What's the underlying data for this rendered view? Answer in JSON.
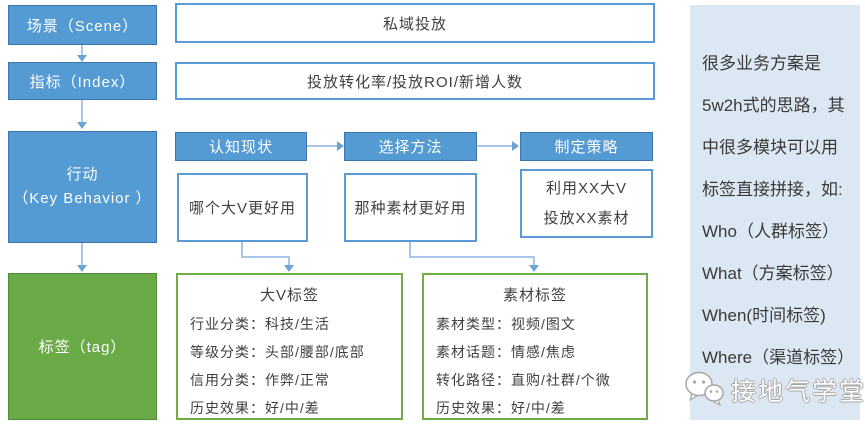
{
  "colors": {
    "accent_blue": "#549ad3",
    "accent_blue_border": "#3d74aa",
    "outline_blue": "#5b9bd5",
    "accent_green": "#6aab47",
    "outline_green": "#70ad47",
    "sidebar_bg": "#dbe8f4",
    "connector_blue": "#a9c7e8"
  },
  "left_flow": {
    "scene_label": "场景（Scene）",
    "index_label": "指标（Index）",
    "action_line1": "行动",
    "action_line2": "（Key Behavior ）",
    "tag_label": "标签（tag）"
  },
  "top_values": {
    "scene_value": "私域投放",
    "index_value": "投放转化率/投放ROI/新增人数"
  },
  "steps": [
    {
      "header": "认知现状",
      "question": "哪个大V更好用"
    },
    {
      "header": "选择方法",
      "question": "那种素材更好用"
    },
    {
      "header": "制定策略",
      "question_line1": "利用XX大V",
      "question_line2": "投放XX素材"
    }
  ],
  "tag_boxes": [
    {
      "title": "大V标签",
      "rows": [
        "行业分类：科技/生活",
        "等级分类：头部/腰部/底部",
        "信用分类：作弊/正常",
        "历史效果：好/中/差"
      ]
    },
    {
      "title": "素材标签",
      "rows": [
        "素材类型：视频/图文",
        "素材话题：情感/焦虑",
        "转化路径：直购/社群/个微",
        "历史效果：好/中/差"
      ]
    }
  ],
  "sidebar": {
    "lines": [
      "很多业务方案是",
      "5w2h式的思路，其",
      "中很多模块可以用",
      "标签直接拼接，如:",
      "Who（人群标签）",
      "What（方案标签）",
      "When(时间标签)",
      "Where（渠道标签）"
    ],
    "watermark_text": "接地气学堂",
    "watermark_icon": "wechat-bubbles-icon"
  }
}
